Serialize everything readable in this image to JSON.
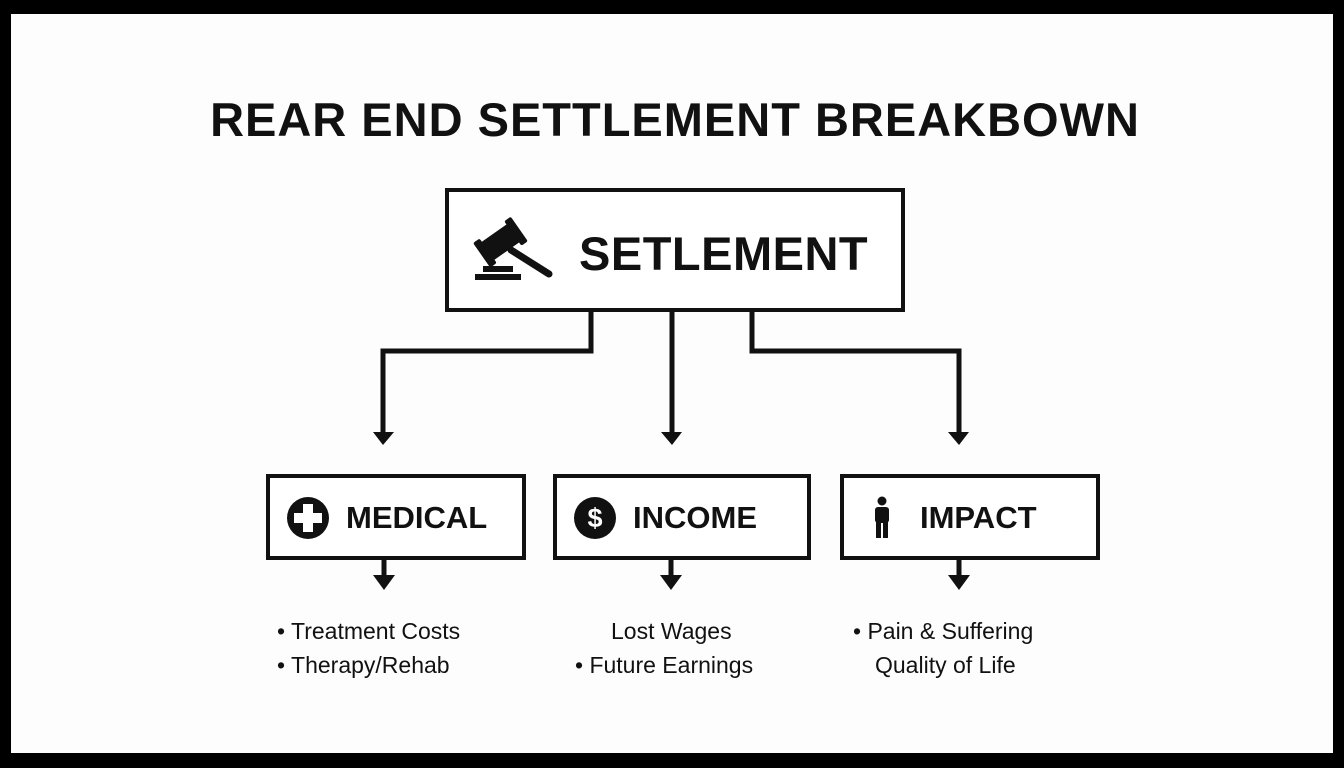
{
  "title": "REAR END SETTLEMENT BREAKBOWN",
  "root": {
    "label": "SETLEMENT",
    "icon": "gavel-icon"
  },
  "categories": [
    {
      "label": "MEDICAL",
      "icon": "medical-cross-icon",
      "items": [
        {
          "text": "• Treatment Costs"
        },
        {
          "text": "• Therapy/Rehab"
        }
      ]
    },
    {
      "label": "INCOME",
      "icon": "dollar-icon",
      "items": [
        {
          "text": "Lost Wages"
        },
        {
          "text": "• Future Earnings"
        }
      ]
    },
    {
      "label": "IMPACT",
      "icon": "person-icon",
      "items": [
        {
          "text": "• Pain & Suffering"
        },
        {
          "text": "Quality of Life"
        }
      ]
    }
  ],
  "colors": {
    "ink": "#111111",
    "background": "#fdfdfd",
    "frame": "#000000"
  }
}
